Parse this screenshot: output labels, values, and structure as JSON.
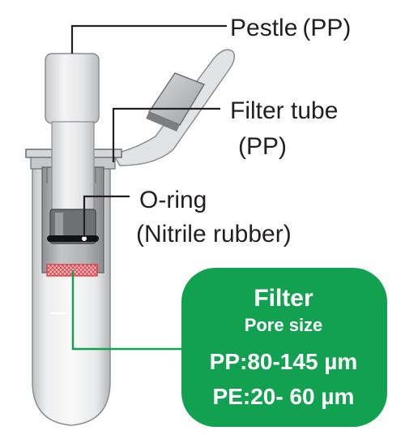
{
  "labels": {
    "pestle": "Pestle (PP)",
    "filter_tube_line1": "Filter tube",
    "filter_tube_line2": "(PP)",
    "oring_line1": "O-ring",
    "oring_line2": "(Nitrile rubber)"
  },
  "filter_box": {
    "title": "Filter",
    "subtitle": "Pore size",
    "pp": "PP:80-145 µm",
    "pe": "PE:20-  60 µm"
  },
  "colors": {
    "accent_green": "#12a150",
    "filter_red": "#e0303c",
    "leader_line": "#231f20"
  }
}
